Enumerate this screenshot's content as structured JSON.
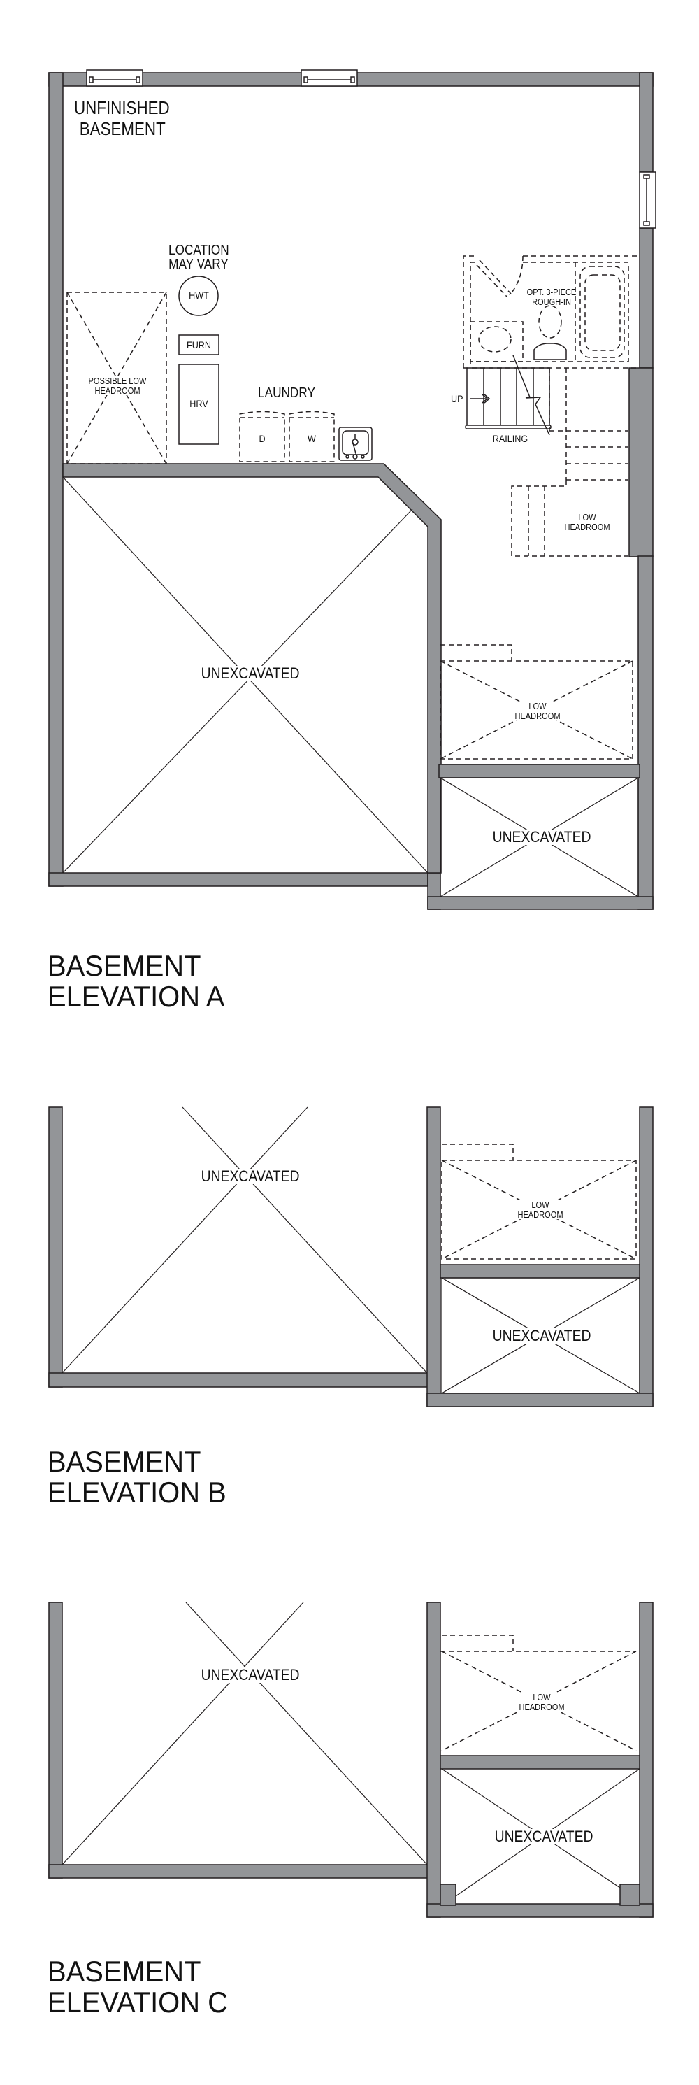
{
  "colors": {
    "wall": "#939598",
    "line": "#231f20",
    "background": "#ffffff"
  },
  "elevation_a": {
    "title_line1": "BASEMENT",
    "title_line2": "ELEVATION A",
    "room_title_line1": "UNFINISHED",
    "room_title_line2": "BASEMENT",
    "mech_note_line1": "LOCATION",
    "mech_note_line2": "MAY VARY",
    "hwt": "HWT",
    "furn": "FURN",
    "hrv": "HRV",
    "possible_low_headroom_line1": "POSSIBLE LOW",
    "possible_low_headroom_line2": "HEADROOM",
    "laundry": "LAUNDRY",
    "dryer": "D",
    "washer": "W",
    "bath_line1": "OPT. 3-PIECE",
    "bath_line2": "ROUGH-IN",
    "stair_up": "UP",
    "railing": "RAILING",
    "low_headroom_upper_line1": "LOW",
    "low_headroom_upper_line2": "HEADROOM",
    "low_headroom_lower_line1": "LOW",
    "low_headroom_lower_line2": "HEADROOM",
    "unexcavated_main": "UNEXCAVATED",
    "unexcavated_small": "UNEXCAVATED"
  },
  "elevation_b": {
    "title_line1": "BASEMENT",
    "title_line2": "ELEVATION B",
    "unexcavated_main": "UNEXCAVATED",
    "low_headroom_line1": "LOW",
    "low_headroom_line2": "HEADROOM",
    "unexcavated_small": "UNEXCAVATED"
  },
  "elevation_c": {
    "title_line1": "BASEMENT",
    "title_line2": "ELEVATION C",
    "unexcavated_main": "UNEXCAVATED",
    "low_headroom_line1": "LOW",
    "low_headroom_line2": "HEADROOM",
    "unexcavated_small": "UNEXCAVATED"
  }
}
